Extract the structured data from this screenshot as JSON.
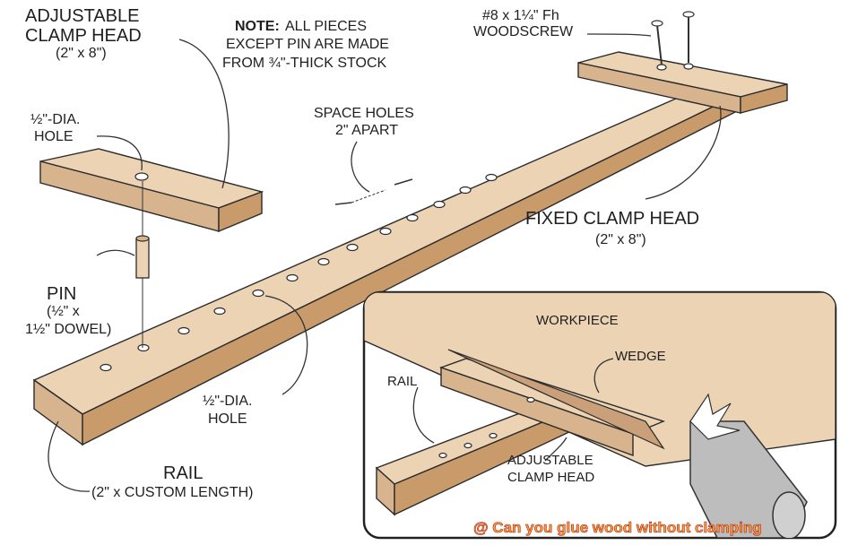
{
  "labels": {
    "adjustable_head_title": "ADJUSTABLE",
    "adjustable_head_title2": "CLAMP HEAD",
    "adjustable_head_size": "(2\" x 8\")",
    "note_bold": "NOTE:",
    "note_line1": "ALL PIECES",
    "note_line2": "EXCEPT PIN ARE MADE",
    "note_line3": "FROM ¾\"-THICK STOCK",
    "screw_line1": "#8 x 1¼\" Fh",
    "screw_line2": "WOODSCREW",
    "hole_top_line1": "½\"-DIA.",
    "hole_top_line2": "HOLE",
    "space_line1": "SPACE HOLES",
    "space_line2": "2\" APART",
    "fixed_head_title": "FIXED CLAMP HEAD",
    "fixed_head_size": "(2\" x 8\")",
    "pin_title": "PIN",
    "pin_line1": "(½\" x",
    "pin_line2": "1½\" DOWEL)",
    "hole_bottom_line1": "½\"-DIA.",
    "hole_bottom_line2": "HOLE",
    "rail_title": "RAIL",
    "rail_size": "(2\" x CUSTOM LENGTH)"
  },
  "inset": {
    "workpiece": "WORKPIECE",
    "wedge": "WEDGE",
    "rail": "RAIL",
    "adjustable_line1": "ADJUSTABLE",
    "adjustable_line2": "CLAMP HEAD"
  },
  "caption": "@ Can you glue wood without clamping",
  "colors": {
    "wood_top": "#ecd3b4",
    "wood_side": "#d7b48d",
    "caption_fill": "#f2a23a",
    "caption_stroke": "#b3261e"
  }
}
